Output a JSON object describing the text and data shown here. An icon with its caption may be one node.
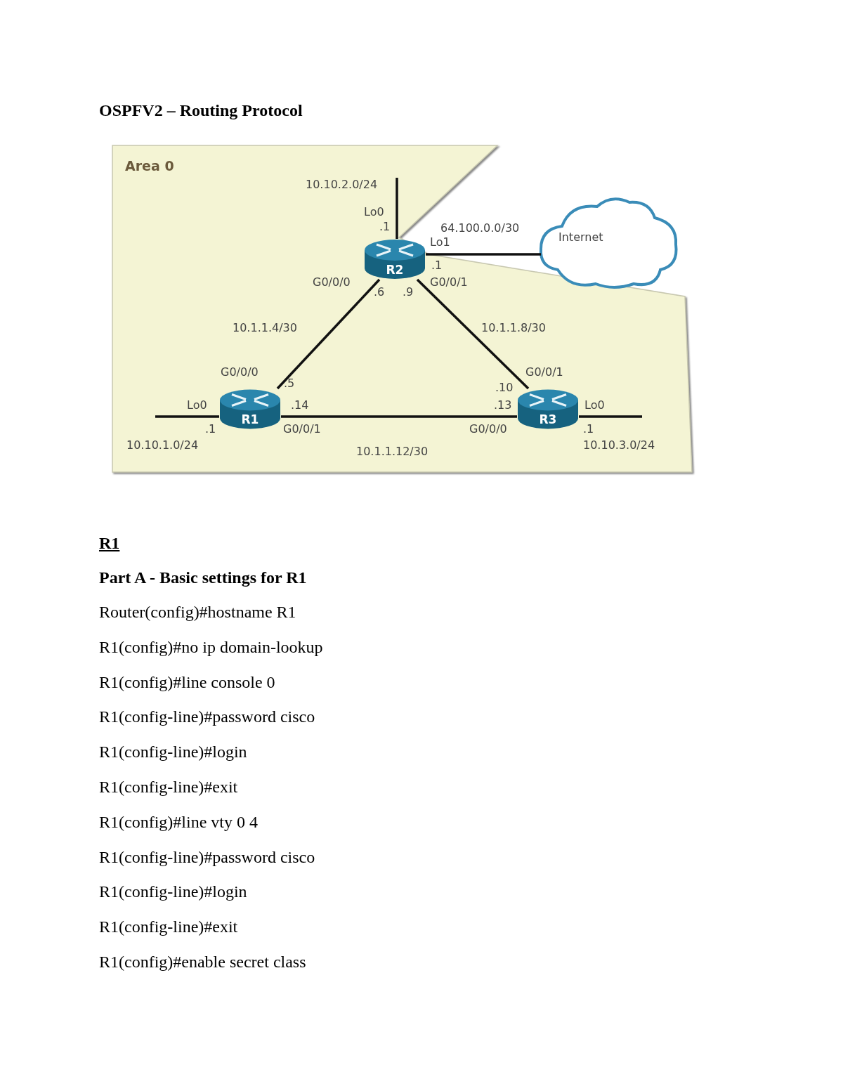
{
  "diagram": {
    "title": "OSPFV2 – Routing Protocol",
    "nodes": [
      {
        "text": [
          "Area 0"
        ]
      },
      {
        "text": [
          "R2"
        ],
        "in": 0
      },
      {
        "text": [
          "R1"
        ],
        "in": 0
      },
      {
        "text": [
          "R3"
        ],
        "in": 0
      },
      {
        "text": [
          "Internet"
        ]
      }
    ],
    "edges": [
      {
        "from": 2,
        "to": 1,
        "arrow": "none",
        "label": "10.1.1.4/30"
      },
      {
        "from": 1,
        "to": 3,
        "arrow": "none",
        "label": "10.1.1.8/30"
      },
      {
        "from": 2,
        "to": 3,
        "arrow": "none",
        "label": "10.1.1.12/30"
      },
      {
        "from": 1,
        "to": 4,
        "arrow": "none",
        "label": "64.100.0.0/30"
      },
      {
        "from": 1,
        "to": null,
        "arrow": "none",
        "label": "10.10.2.0/24"
      },
      {
        "from": 2,
        "to": null,
        "arrow": "none",
        "label": "10.10.1.0/24"
      },
      {
        "from": 3,
        "to": null,
        "arrow": "none",
        "label": "10.10.3.0/24"
      }
    ],
    "labels": [
      "Lo0",
      ".1",
      "Lo1",
      ".1",
      "G0/0/0",
      "G0/0/1",
      ".6",
      ".9",
      "G0/0/0",
      "G0/0/1",
      ".5",
      ".10",
      "Lo0",
      ".14",
      ".13",
      "Lo0",
      ".1",
      "G0/0/1",
      "G0/0/0",
      ".1",
      "R1",
      "Part A - Basic settings for R1",
      "Router(config)#hostname R1",
      "R1(config)#no ip domain-lookup",
      "R1(config)#line console 0",
      "R1(config-line)#password cisco",
      "R1(config-line)#login",
      "R1(config-line)#exit",
      "R1(config)#line vty 0 4",
      "R1(config-line)#password cisco",
      "R1(config-line)#login",
      "R1(config-line)#exit",
      "R1(config)#enable secret class"
    ]
  }
}
